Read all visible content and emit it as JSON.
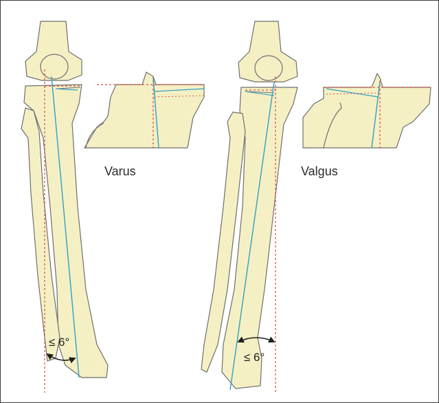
{
  "labels": {
    "left": "Varus",
    "right": "Valgus"
  },
  "angles": {
    "left": "≤ 6°",
    "right": "≤ 6°"
  },
  "colors": {
    "bone_fill": "#f5f0c4",
    "bone_outline": "#6e6e6e",
    "axis_line": "#2f9fc6",
    "reference_line": "#e0473d",
    "arrow": "#1f1f1f"
  }
}
